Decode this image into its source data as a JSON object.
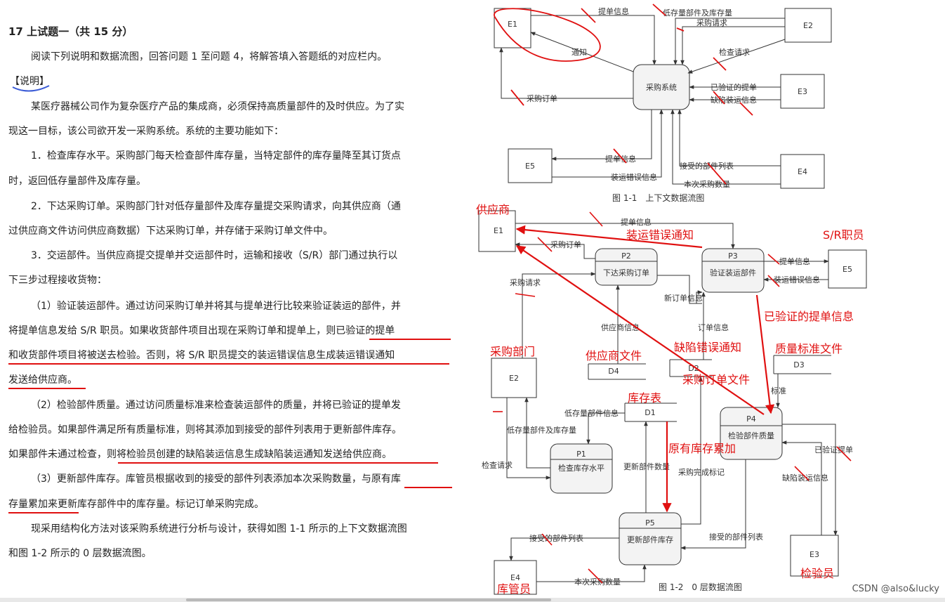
{
  "article": {
    "title": "17 上试题一（共 15 分）",
    "lines": [
      "阅读下列说明和数据流图，回答问题 1 至问题 4，将解答填入答题纸的对应栏内。",
      "【说明】",
      "某医疗器械公司作为复杂医疗产品的集成商，必须保持高质量部件的及时供应。为了实",
      "现这一目标，该公司欲开发一采购系统。系统的主要功能如下：",
      "1．检查库存水平。采购部门每天检查部件库存量，当特定部件的库存量降至其订货点",
      "时，返回低存量部件及库存量。",
      "2．下达采购订单。采购部门针对低存量部件及库存量提交采购请求，向其供应商（通",
      "过供应商文件访问供应商数据）下达采购订单，并存储于采购订单文件中。",
      "3．交运部件。当供应商提交提单并交运部件时，运输和接收（S/R）部门通过执行以",
      "下三步过程接收货物：",
      "（1）验证装运部件。通过访问采购订单并将其与提单进行比较来验证装运的部件，并",
      "将提单信息发给 S/R 职员。如果收货部件项目出现在采购订单和提单上，则已验证的提单",
      "和收货部件项目将被送去检验。否则，将 S/R 职员提交的装运错误信息生成装运错误通知",
      "发送给供应商。",
      "（2）检验部件质量。通过访问质量标准来检查装运部件的质量，并将已验证的提单发",
      "给检验员。如果部件满足所有质量标准，则将其添加到接受的部件列表用于更新部件库存。",
      "如果部件未通过检查，则将检验员创建的缺陷装运信息生成缺陷装运通知发送给供应商。",
      "（3）更新部件库存。库管员根据收到的接受的部件列表添加本次采购数量，与原有库",
      "存量累加来更新库存部件中的库存量。标记订单采购完成。",
      "现采用结构化方法对该采购系统进行分析与设计，获得如图 1-1 所示的上下文数据流图",
      "和图 1-2 所示的 0 层数据流图。"
    ]
  },
  "fig1": {
    "caption": "图 1-1　上下文数据流图",
    "center": "采购系统",
    "entities": {
      "e1": "E1",
      "e2": "E2",
      "e3": "E3",
      "e4": "E4",
      "e5": "E5"
    },
    "flows": [
      "提单信息",
      "低存量部件及库存量",
      "采购请求",
      "检查请求",
      "通知",
      "采购订单",
      "已验证的提单",
      "缺陷装运信息",
      "提单信息",
      "装运错误信息",
      "接受的部件列表",
      "本次采购数量"
    ]
  },
  "fig2": {
    "caption": "图 1-2　0 层数据流图",
    "processes": [
      {
        "id": "P1",
        "name": "检查库存水平"
      },
      {
        "id": "P2",
        "name": "下达采购订单"
      },
      {
        "id": "P3",
        "name": "验证装运部件"
      },
      {
        "id": "P4",
        "name": "检验部件质量"
      },
      {
        "id": "P5",
        "name": "更新部件库存"
      }
    ],
    "entities": {
      "e1": "E1",
      "e2": "E2",
      "e3": "E3",
      "e4": "E4",
      "e5": "E5"
    },
    "stores": {
      "d1": "D1",
      "d2": "D2",
      "d3": "D3",
      "d4": "D4"
    },
    "flows": [
      "提单信息",
      "采购订单",
      "采购请求",
      "提单信息",
      "装运错误信息",
      "新订单信息",
      "供应商信息",
      "订单信息",
      "标准",
      "低存量部件信息",
      "低存量部件及库存量",
      "检查请求",
      "更新部件数量",
      "采购完成标记",
      "已验证提单",
      "缺陷装运信息",
      "接受的部件列表",
      "接受的部件列表",
      "本次采购数量"
    ]
  },
  "annotations": {
    "supplier": "供应商",
    "sr_clerk": "S/R职员",
    "ship_error_notice": "装运错误通知",
    "verified_bill": "已验证的提单信息",
    "purchasing_dept": "采购部门",
    "supplier_file": "供应商文件",
    "defect_notice": "缺陷错误通知",
    "quality_file": "质量标准文件",
    "po_file": "采购订单文件",
    "inventory_table": "库存表",
    "stock_accumulate": "原有库存累加",
    "warehouse_keeper": "库管员",
    "inspector": "检验员"
  },
  "watermark": "CSDN @also&lucky",
  "colors": {
    "annotation": "#e01010",
    "ink": "#333333",
    "process_fill": "#f3f3f3",
    "text": "#222222"
  }
}
